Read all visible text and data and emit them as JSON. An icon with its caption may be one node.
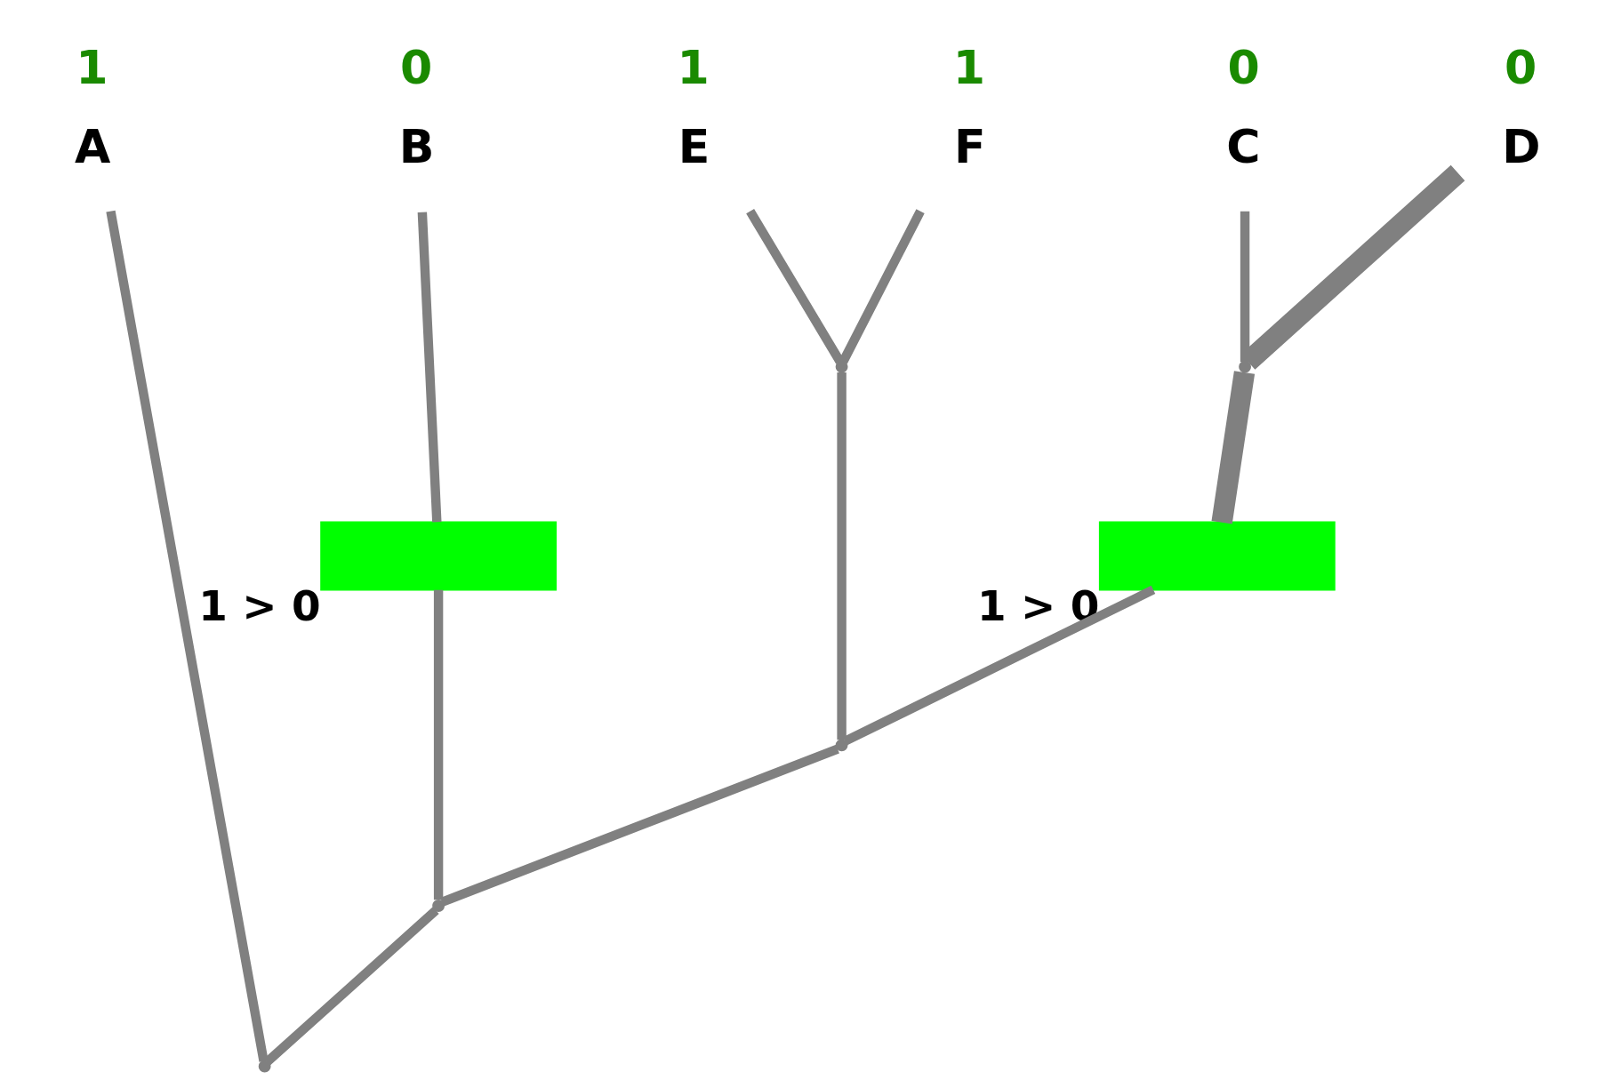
{
  "diagram": {
    "nodes": [
      {
        "text": [
          "A"
        ],
        "beside": [
          "1"
        ]
      },
      {
        "text": [
          "B"
        ],
        "beside": [
          "0"
        ]
      },
      {
        "text": [
          "C"
        ],
        "beside": [
          "0"
        ]
      },
      {
        "text": [
          "D"
        ],
        "beside": [
          "0"
        ]
      },
      {
        "text": [
          "E"
        ],
        "beside": [
          "1"
        ]
      },
      {
        "text": [
          "F"
        ],
        "beside": [
          "1"
        ]
      },
      {
        "text": [],
        "shape": "bar",
        "beside": [
          "1 > 0"
        ]
      },
      {
        "text": [],
        "shape": "point"
      },
      {
        "text": [],
        "shape": "point"
      },
      {
        "text": [],
        "shape": "bar",
        "beside": [
          "1 > 0"
        ]
      },
      {
        "text": [],
        "shape": "point"
      },
      {
        "text": [],
        "shape": "point"
      },
      {
        "text": [],
        "shape": "point"
      }
    ],
    "edges": [
      {
        "from": 12,
        "to": 0,
        "arrow": "none"
      },
      {
        "from": 12,
        "to": 11,
        "arrow": "none"
      },
      {
        "from": 11,
        "to": 6,
        "arrow": "none"
      },
      {
        "from": 6,
        "to": 1,
        "arrow": "none"
      },
      {
        "from": 11,
        "to": 10,
        "arrow": "none"
      },
      {
        "from": 10,
        "to": 9,
        "arrow": "none"
      },
      {
        "from": 9,
        "to": 8,
        "arrow": "none",
        "style": "thick"
      },
      {
        "from": 8,
        "to": 2,
        "arrow": "none"
      },
      {
        "from": 8,
        "to": 3,
        "arrow": "none",
        "style": "thick"
      },
      {
        "from": 10,
        "to": 7,
        "arrow": "none"
      },
      {
        "from": 7,
        "to": 4,
        "arrow": "none"
      },
      {
        "from": 7,
        "to": 5,
        "arrow": "none"
      }
    ]
  }
}
